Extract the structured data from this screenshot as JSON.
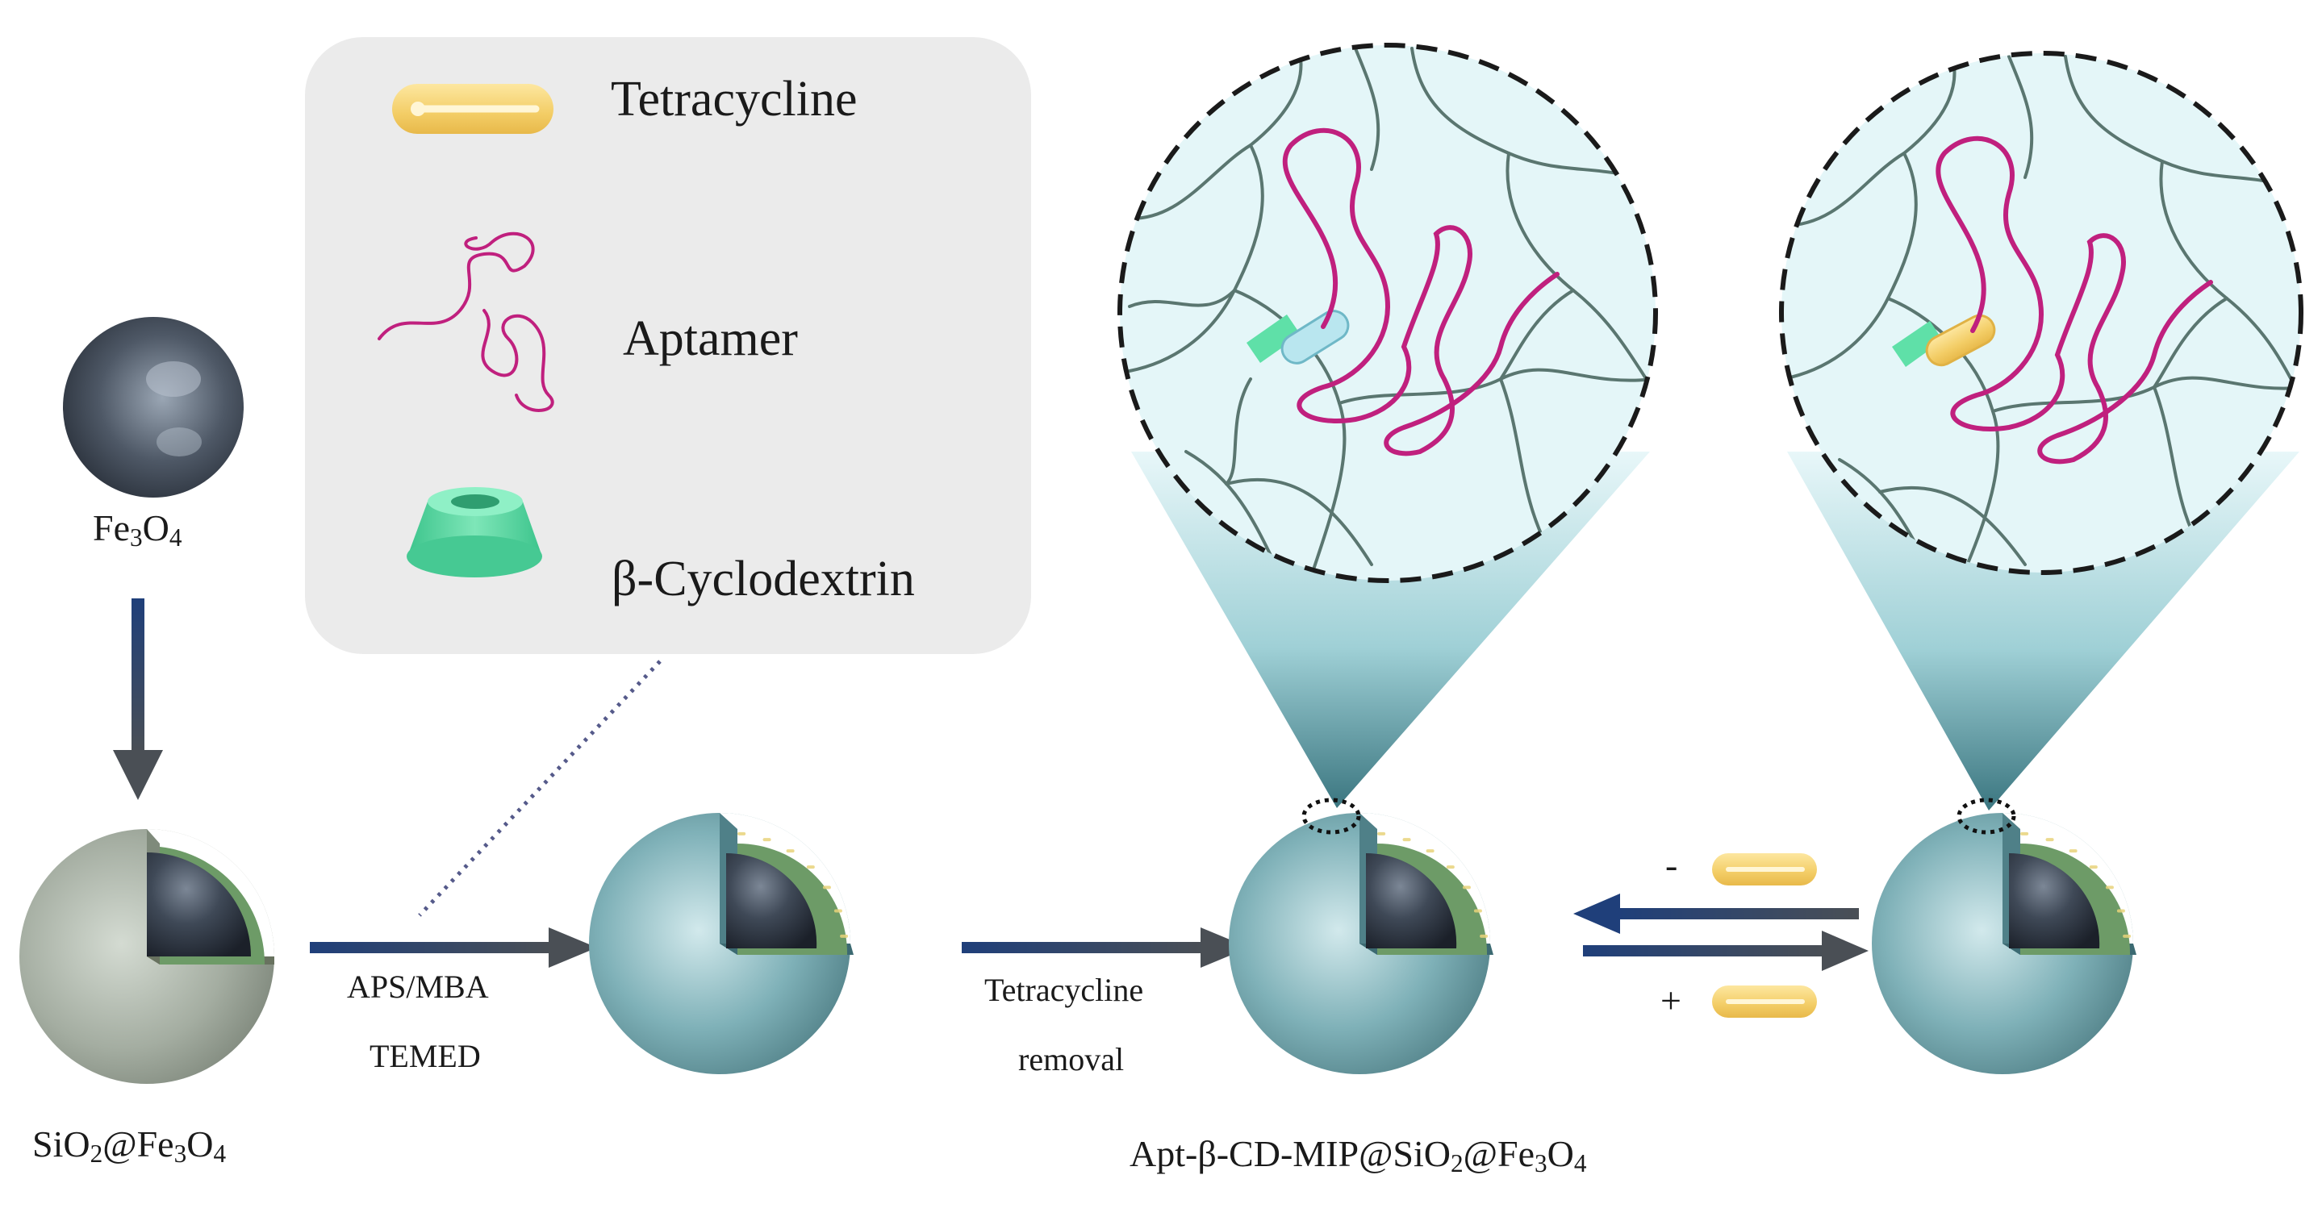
{
  "legend": {
    "tetracycline": "Tetracycline",
    "aptamer": "Aptamer",
    "cyclodextrin": "β-Cyclodextrin"
  },
  "labels": {
    "fe3o4": {
      "p1": "Fe",
      "s1": "3",
      "p2": "O",
      "s2": "4"
    },
    "sio2_fe3o4": {
      "p1": "SiO",
      "s1": "2",
      "p2": "@Fe",
      "s2": "3",
      "p3": "O",
      "s3": "4"
    },
    "product": {
      "p1": "Apt-β-CD-MIP@SiO",
      "s1": "2",
      "p2": "@Fe",
      "s2": "3",
      "p3": "O",
      "s3": "4"
    }
  },
  "steps": {
    "polymerization_line1": "APS/MBA",
    "polymerization_line2": "TEMED",
    "removal_line1": "Tetracycline",
    "removal_line2": "removal"
  },
  "binding": {
    "minus": "-",
    "plus": "+"
  },
  "colors": {
    "core": "#2c3440",
    "silica_shell": "#8a9486",
    "mip_shell": "#4f8088",
    "aptamer": "#c0207e",
    "cyclodextrin": "#4fd39c",
    "tetracycline": "#f3cd66",
    "zoom_bg": "#e4f6f8",
    "arrow_dark": "#1f3f7a",
    "arrow_grey": "#4a4f55"
  }
}
